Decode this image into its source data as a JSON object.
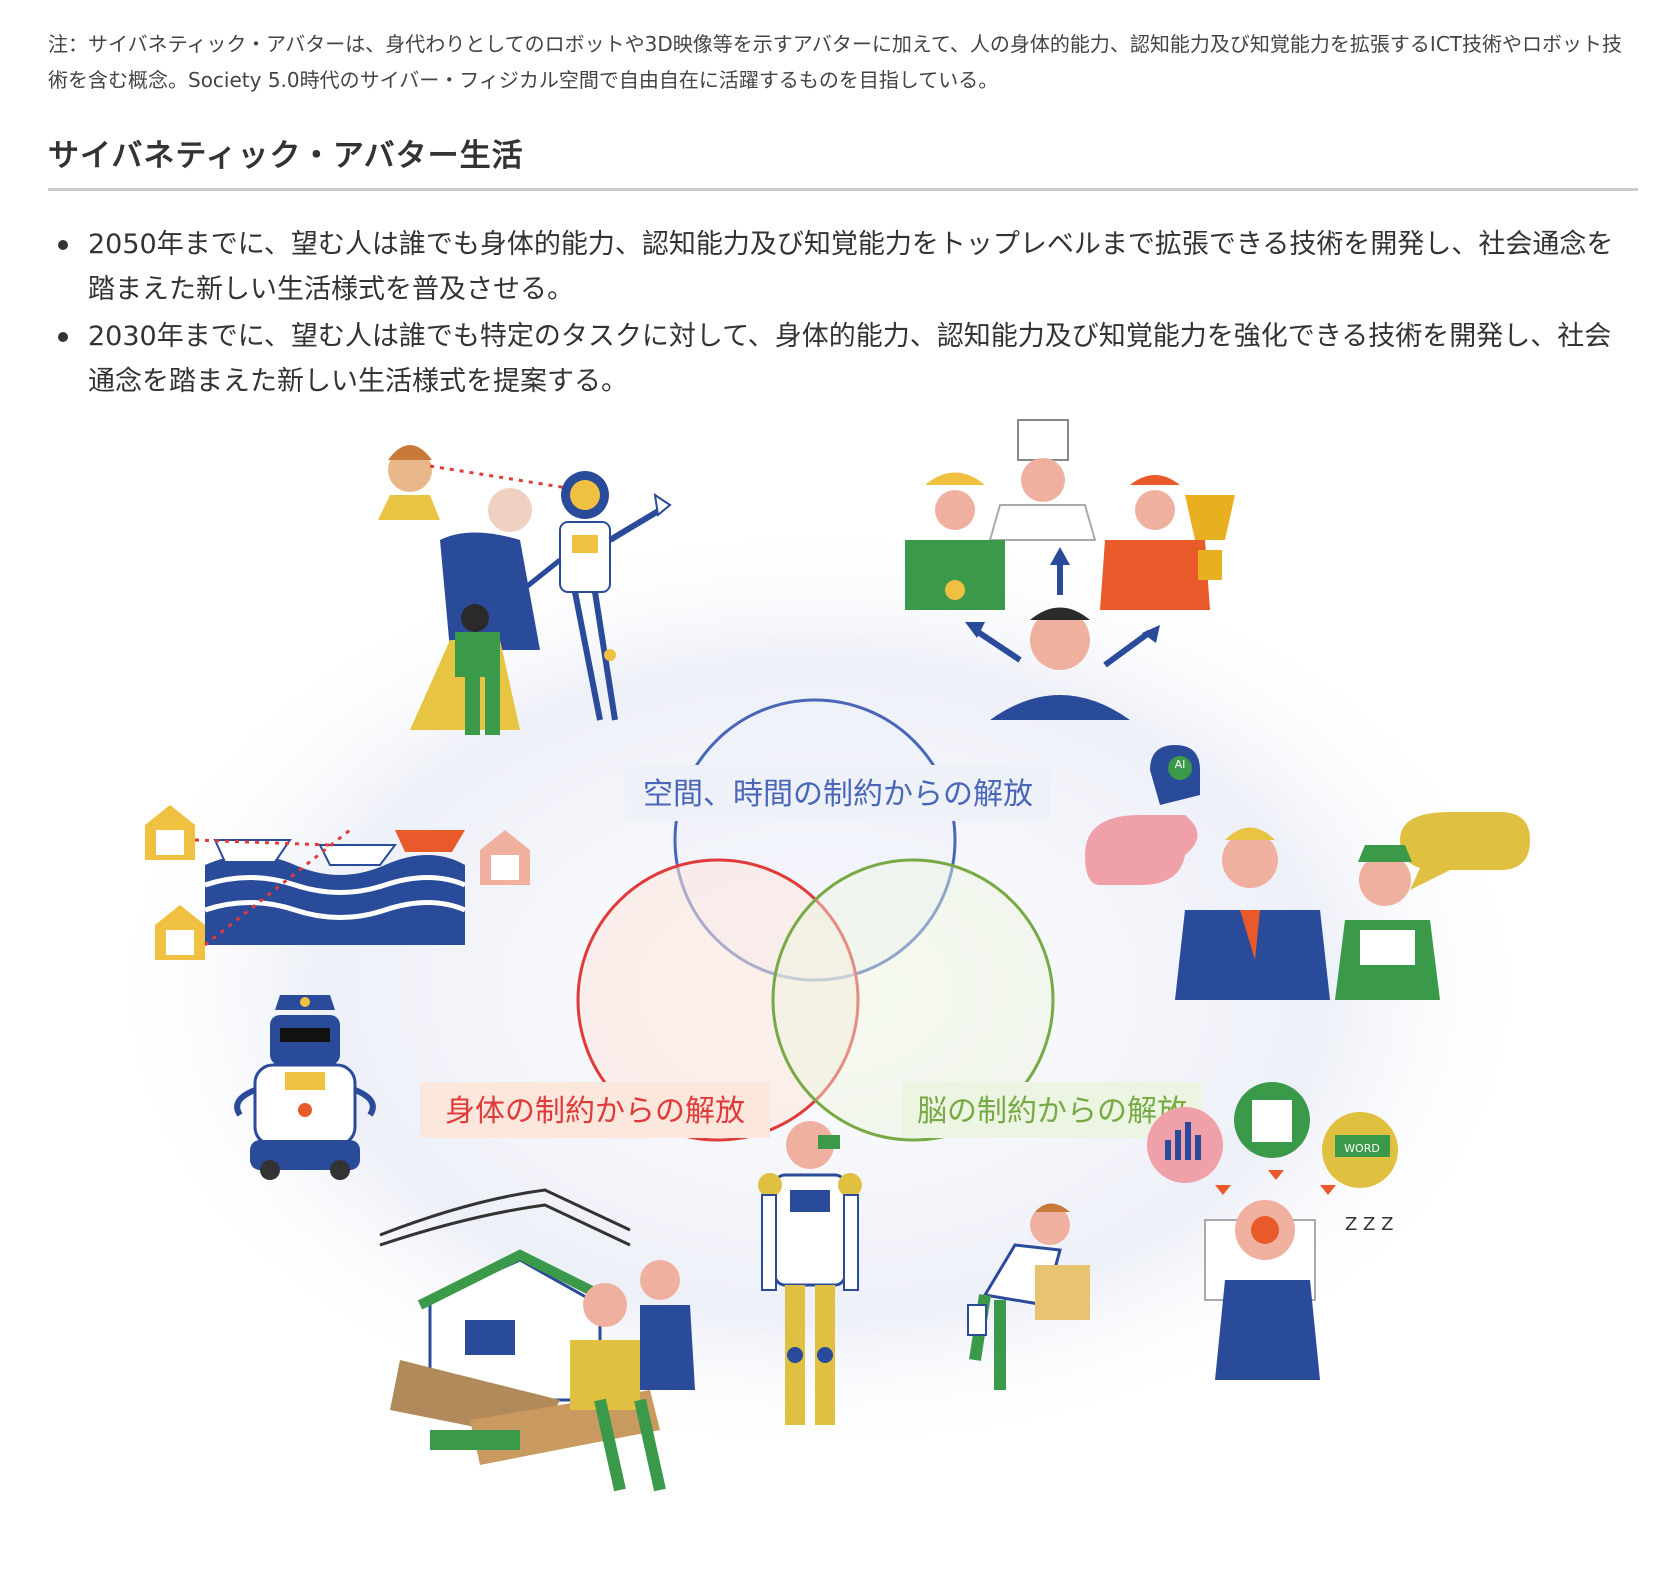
{
  "note": "注：サイバネティック・アバターは、身代わりとしてのロボットや3D映像等を示すアバターに加えて、人の身体的能力、認知能力及び知覚能力を拡張するICT技術やロボット技術を含む概念。Society 5.0時代のサイバー・フィジカル空間で自由自在に活躍するものを目指している。",
  "heading": "サイバネティック・アバター生活",
  "bullets": [
    "2050年までに、望む人は誰でも身体的能力、認知能力及び知覚能力をトップレベルまで拡張できる技術を開発し、社会通念を踏まえた新しい生活様式を普及させる。",
    "2030年までに、望む人は誰でも特定のタスクに対して、身体的能力、認知能力及び知覚能力を強化できる技術を開発し、社会通念を踏まえた新しい生活様式を提案する。"
  ],
  "diagram": {
    "circles": [
      {
        "label": "空間、時間の制約からの解放",
        "color": "#4a66b8",
        "label_bg": "#eef1f8"
      },
      {
        "label": "身体の制約からの解放",
        "color": "#e03a3a",
        "label_bg": "#fbe7dc"
      },
      {
        "label": "脳の制約からの解放",
        "color": "#77aa44",
        "label_bg": "#ecf4e2"
      }
    ],
    "badges": {
      "ai": "AI",
      "word": "WORD",
      "zzz": "Z Z Z"
    }
  }
}
